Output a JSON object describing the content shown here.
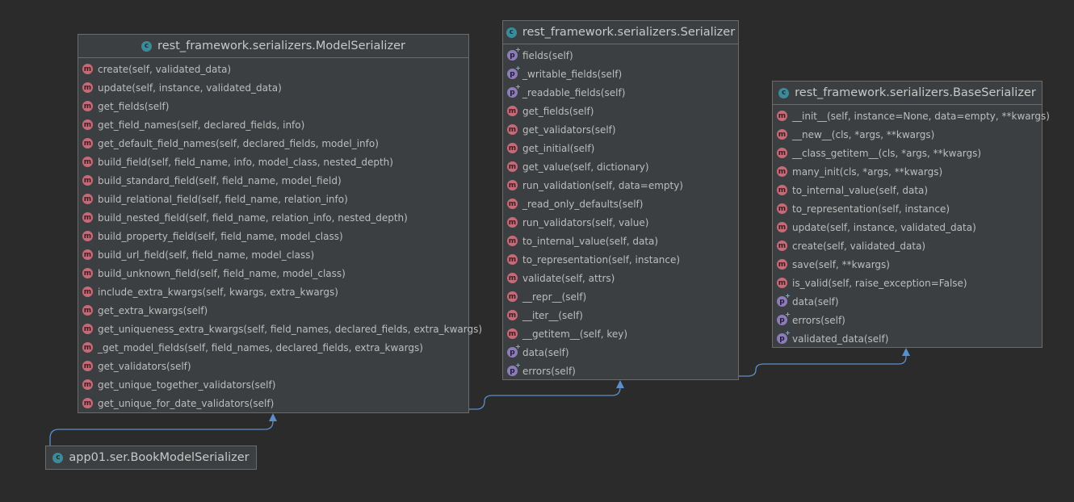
{
  "diagram": {
    "classes": [
      {
        "id": "model-serializer",
        "name": "rest_framework.serializers.ModelSerializer",
        "members": [
          {
            "kind": "method",
            "text": "create(self, validated_data)"
          },
          {
            "kind": "method",
            "text": "update(self, instance, validated_data)"
          },
          {
            "kind": "method",
            "text": "get_fields(self)"
          },
          {
            "kind": "method",
            "text": "get_field_names(self, declared_fields, info)"
          },
          {
            "kind": "method",
            "text": "get_default_field_names(self, declared_fields, model_info)"
          },
          {
            "kind": "method",
            "text": "build_field(self, field_name, info, model_class, nested_depth)"
          },
          {
            "kind": "method",
            "text": "build_standard_field(self, field_name, model_field)"
          },
          {
            "kind": "method",
            "text": "build_relational_field(self, field_name, relation_info)"
          },
          {
            "kind": "method",
            "text": "build_nested_field(self, field_name, relation_info, nested_depth)"
          },
          {
            "kind": "method",
            "text": "build_property_field(self, field_name, model_class)"
          },
          {
            "kind": "method",
            "text": "build_url_field(self, field_name, model_class)"
          },
          {
            "kind": "method",
            "text": "build_unknown_field(self, field_name, model_class)"
          },
          {
            "kind": "method",
            "text": "include_extra_kwargs(self, kwargs, extra_kwargs)"
          },
          {
            "kind": "method",
            "text": "get_extra_kwargs(self)"
          },
          {
            "kind": "method",
            "text": "get_uniqueness_extra_kwargs(self, field_names, declared_fields, extra_kwargs)"
          },
          {
            "kind": "method",
            "text": "_get_model_fields(self, field_names, declared_fields, extra_kwargs)"
          },
          {
            "kind": "method",
            "text": "get_validators(self)"
          },
          {
            "kind": "method",
            "text": "get_unique_together_validators(self)"
          },
          {
            "kind": "method",
            "text": "get_unique_for_date_validators(self)"
          }
        ]
      },
      {
        "id": "serializer",
        "name": "rest_framework.serializers.Serializer",
        "members": [
          {
            "kind": "property",
            "text": "fields(self)"
          },
          {
            "kind": "property",
            "text": "_writable_fields(self)"
          },
          {
            "kind": "property",
            "text": "_readable_fields(self)"
          },
          {
            "kind": "method",
            "text": "get_fields(self)"
          },
          {
            "kind": "method",
            "text": "get_validators(self)"
          },
          {
            "kind": "method",
            "text": "get_initial(self)"
          },
          {
            "kind": "method",
            "text": "get_value(self, dictionary)"
          },
          {
            "kind": "method",
            "text": "run_validation(self, data=empty)"
          },
          {
            "kind": "method",
            "text": "_read_only_defaults(self)"
          },
          {
            "kind": "method",
            "text": "run_validators(self, value)"
          },
          {
            "kind": "method",
            "text": "to_internal_value(self, data)"
          },
          {
            "kind": "method",
            "text": "to_representation(self, instance)"
          },
          {
            "kind": "method",
            "text": "validate(self, attrs)"
          },
          {
            "kind": "method",
            "text": "__repr__(self)"
          },
          {
            "kind": "method",
            "text": "__iter__(self)"
          },
          {
            "kind": "method",
            "text": "__getitem__(self, key)"
          },
          {
            "kind": "property",
            "text": "data(self)"
          },
          {
            "kind": "property",
            "text": "errors(self)"
          }
        ]
      },
      {
        "id": "base-serializer",
        "name": "rest_framework.serializers.BaseSerializer",
        "members": [
          {
            "kind": "method",
            "text": "__init__(self, instance=None, data=empty, **kwargs)"
          },
          {
            "kind": "method",
            "text": "__new__(cls, *args, **kwargs)"
          },
          {
            "kind": "method",
            "text": "__class_getitem__(cls, *args, **kwargs)"
          },
          {
            "kind": "method",
            "text": "many_init(cls, *args, **kwargs)"
          },
          {
            "kind": "method",
            "text": "to_internal_value(self, data)"
          },
          {
            "kind": "method",
            "text": "to_representation(self, instance)"
          },
          {
            "kind": "method",
            "text": "update(self, instance, validated_data)"
          },
          {
            "kind": "method",
            "text": "create(self, validated_data)"
          },
          {
            "kind": "method",
            "text": "save(self, **kwargs)"
          },
          {
            "kind": "method",
            "text": "is_valid(self, raise_exception=False)"
          },
          {
            "kind": "property",
            "text": "data(self)"
          },
          {
            "kind": "property",
            "text": "errors(self)"
          },
          {
            "kind": "property",
            "text": "validated_data(self)"
          }
        ]
      },
      {
        "id": "book-model-serializer",
        "name": "app01.ser.BookModelSerializer",
        "members": []
      }
    ],
    "inheritance": [
      {
        "from": "book-model-serializer",
        "to": "model-serializer"
      },
      {
        "from": "model-serializer",
        "to": "serializer"
      },
      {
        "from": "serializer",
        "to": "base-serializer"
      }
    ],
    "colors": {
      "background": "#2b2b2b",
      "box": "#3c3f41",
      "edge": "#5b8fc7",
      "class_icon": "#3a8c9a",
      "method_icon": "#c56b78",
      "property_icon": "#8c7db8"
    },
    "icons": {
      "class": "c",
      "method": "m",
      "property": "p"
    }
  }
}
